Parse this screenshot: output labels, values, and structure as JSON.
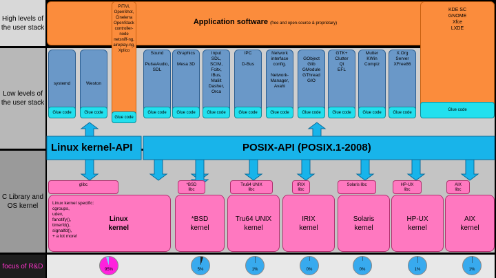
{
  "side_labels": {
    "high": "High levels of the user stack",
    "low": "Low levels of the user stack",
    "clib": "C Library and OS kernel",
    "focus": "focus of R&D"
  },
  "app": {
    "title": "Application software",
    "subtitle": "(free and open-source & proprietary)",
    "pitivi": "PiTiVi, OpenShot, Cinelerra\nOpenStack controller-node\nnetsniff-ng, aireplay-ng, Xplico",
    "kde": "KDE SC\nGNOME\nXfce\nLXDE"
  },
  "columns": [
    {
      "label": "systemd"
    },
    {
      "label": "Weston"
    },
    {
      "label": "Sound\n\nPulseAudio,\nSDL"
    },
    {
      "label": "Graphics\n\nMesa 3D"
    },
    {
      "label": "Input\nSDL,\nSCIM,\nFcitx,\nIBus,\nMaliit\nDasher,\nOrca"
    },
    {
      "label": "IPC\n\nD-Bus"
    },
    {
      "label": "Network\ninterface\nconfig.\n\nNetwork-\nManager,\nAvahi"
    },
    {
      "label": "\nGObject\nGlib\nGModule\nGThread\nGIO"
    },
    {
      "label": "GTK+\nClutter\nQt\nEFL"
    },
    {
      "label": "Mutter\nKWin\nCompiz"
    },
    {
      "label": "X.Org\nServer\nXFree86"
    }
  ],
  "glue_label": "Glue code",
  "apis": {
    "linux": "Linux kernel-API",
    "posix": "POSIX-API (POSIX.1-2008)"
  },
  "libcs": [
    "glibc",
    "*BSD\nlibc",
    "Tru64 UNIX\nlibc",
    "IRIX\nlibc",
    "Solaris libc",
    "HP-UX\nlibc",
    "AIX\nlibc"
  ],
  "linux_specific": "Linux kernel specific:\ncgroups,\nudev,\nfanotify(),\ntimerfd(),\nsignalfd(),\n+ a lot more!",
  "kernels": [
    "Linux\nkernel",
    "*BSD\nkernel",
    "Tru64 UNIX\nkernel",
    "IRIX\nkernel",
    "Solaris\nkernel",
    "HP-UX\nkernel",
    "AIX\nkernel"
  ],
  "focus": [
    {
      "label": "95%",
      "value": 95,
      "color": "#ff22dd"
    },
    {
      "label": "5%",
      "value": 5,
      "color": "#22aaff"
    },
    {
      "label": "1%",
      "value": 1,
      "color": "#22aaff"
    },
    {
      "label": "0%",
      "value": 0,
      "color": "#22aaff"
    },
    {
      "label": "0%",
      "value": 0,
      "color": "#22aaff"
    },
    {
      "label": "1%",
      "value": 1,
      "color": "#22aaff"
    },
    {
      "label": "1%",
      "value": 1,
      "color": "#22aaff"
    }
  ]
}
